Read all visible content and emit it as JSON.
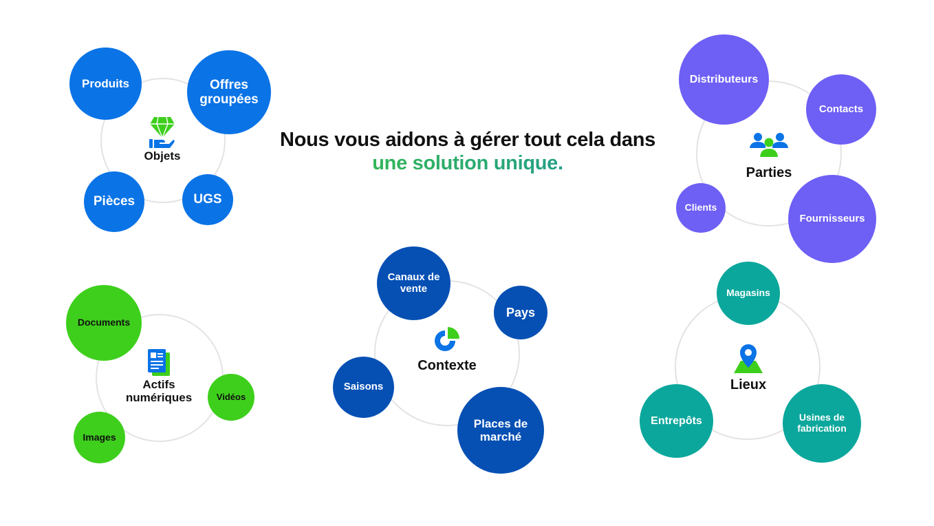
{
  "headline": {
    "line1": "Nous vous aidons à gérer tout cela dans",
    "line2": "une solution unique.",
    "gradient": [
      "#3cc636",
      "#1a8fa8"
    ]
  },
  "colors": {
    "ring": "#e3e3e3",
    "objets": "#0a73e6",
    "parties": "#6e5ff5",
    "actifs": "#3ecf1c",
    "contexte": "#0650b4",
    "lieux": "#0ba79c",
    "icon_green": "#3ecf1c"
  },
  "groups": [
    {
      "id": "objets",
      "label": "Objets",
      "icon": "diamond-hand-icon",
      "items": [
        "Produits",
        "Offres\ngroupées",
        "Pièces",
        "UGS"
      ]
    },
    {
      "id": "parties",
      "label": "Parties",
      "icon": "people-group-icon",
      "items": [
        "Distributeurs",
        "Contacts",
        "Clients",
        "Fournisseurs"
      ]
    },
    {
      "id": "actifs",
      "label": "Actifs\nnumériques",
      "icon": "document-icon",
      "items": [
        "Documents",
        "Vidéos",
        "Images"
      ]
    },
    {
      "id": "contexte",
      "label": "Contexte",
      "icon": "pie-chart-icon",
      "items": [
        "Canaux de\nvente",
        "Pays",
        "Saisons",
        "Places de\nmarché"
      ]
    },
    {
      "id": "lieux",
      "label": "Lieux",
      "icon": "map-pin-icon",
      "items": [
        "Magasins",
        "Entrepôts",
        "Usines de\nfabrication"
      ]
    }
  ]
}
